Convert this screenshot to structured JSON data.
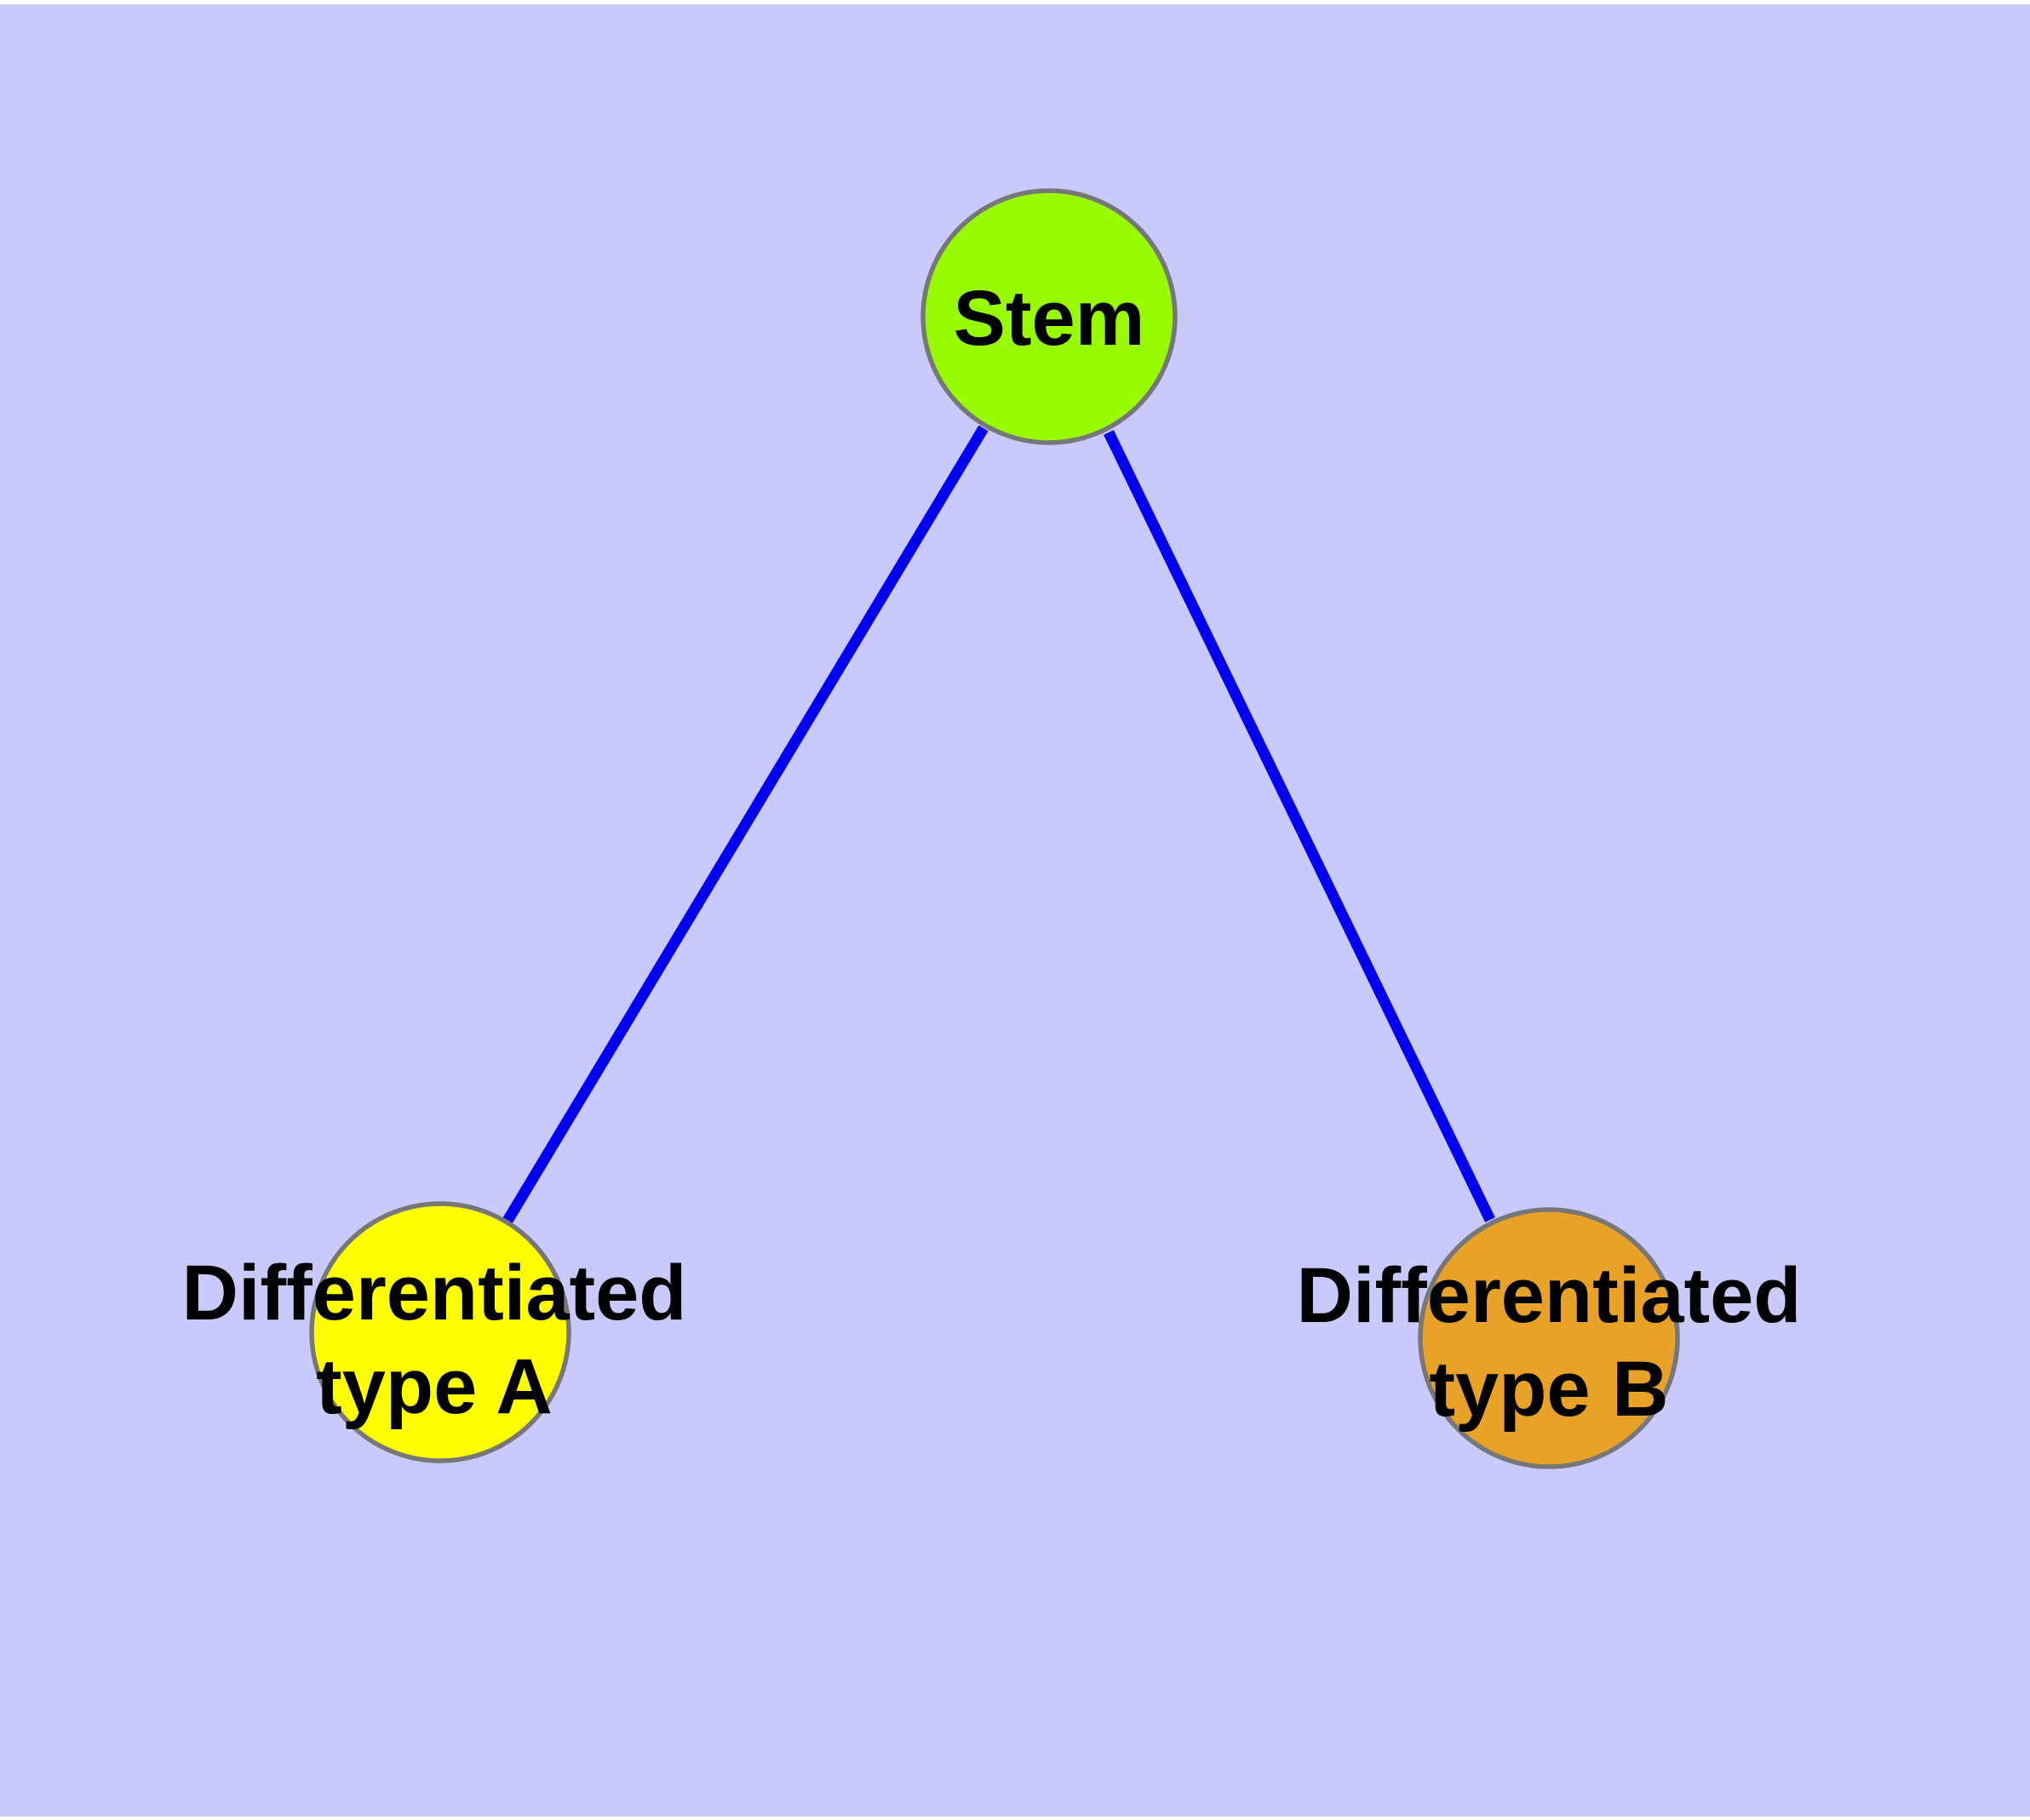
{
  "diagram": {
    "type": "node-link-graph",
    "canvas": {
      "background_color": "#C9C9FB",
      "page_margin_color": "#FFFFFF"
    },
    "styles": {
      "edge_color": "#0000EE",
      "node_border_color": "#777777",
      "label_color": "#000000"
    },
    "nodes": {
      "stem": {
        "label": "Stem",
        "fill": "#99FB01"
      },
      "type_a": {
        "label_line1": "Differentiated",
        "label_line2": "type A",
        "fill": "#FFFF00"
      },
      "type_b": {
        "label_line1": "Differentiated",
        "label_line2": "type B",
        "fill": "#E8A227"
      }
    },
    "edges": [
      {
        "from": "Stem",
        "to": "Differentiated type A"
      },
      {
        "from": "Stem",
        "to": "Differentiated type B"
      }
    ]
  }
}
